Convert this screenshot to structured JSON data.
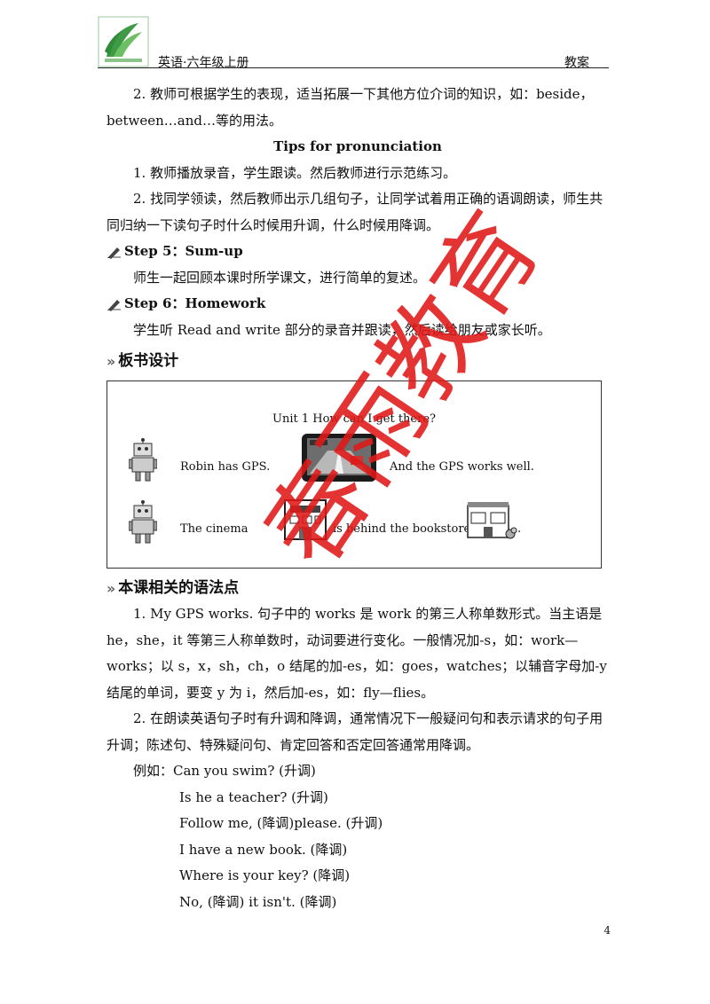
{
  "header": {
    "left": "英语·六年级上册",
    "right": "教案"
  },
  "content": {
    "p1": "2. 教师可根据学生的表现，适当拓展一下其他方位介词的知识，如：beside，between…and…等的用法。",
    "tips_title": "Tips for pronunciation",
    "tips1": "1. 教师播放录音，学生跟读。然后教师进行示范练习。",
    "tips2": "2. 找同学领读，然后教师出示几组句子，让同学试着用正确的语调朗读，师生共同归纳一下读句子时什么时候用升调，什么时候用降调。",
    "step5_title": "Step 5：Sum-up",
    "step5_text": "师生一起回顾本课时所学课文，进行简单的复述。",
    "step6_title": "Step 6：Homework",
    "step6_text": "学生听 Read and write 部分的录音并跟读，然后读给朋友或家长听。",
    "section_board": "板书设计",
    "section_grammar": "本课相关的语法点",
    "g1": "1. My GPS works. 句子中的 works 是 work 的第三人称单数形式。当主语是 he，she，it 等第三人称单数时，动词要进行变化。一般情况加-s，如：work—works；以 s，x，sh，ch，o 结尾的加-es，如：goes，watches；以辅音字母加-y 结尾的单词，要变 y 为 i，然后加-es，如：fly—flies。",
    "g2": "2. 在朗读英语句子时有升调和降调，通常情况下一般疑问句和表示请求的句子用升调；陈述句、特殊疑问句、肯定回答和否定回答通常用降调。",
    "example_label": "例如：",
    "examples": [
      "Can you swim? (升调)",
      "Is he a teacher? (升调)",
      "Follow me, (降调)please. (升调)",
      "I have a new book. (降调)",
      "Where is your key? (降调)",
      "No, (降调) it isn't. (降调)"
    ]
  },
  "board": {
    "title": "Unit 1  How can I get there?",
    "row1_a": "Robin has GPS.",
    "row1_b": "And the GPS works well.",
    "row2_a": "The cinema",
    "row2_b": "is behind the bookstore",
    "row2_c": "."
  },
  "watermark": "春雨教育",
  "page_number": "4",
  "colors": {
    "watermark": "#e01818",
    "logo_green": "#2f8a3a"
  }
}
